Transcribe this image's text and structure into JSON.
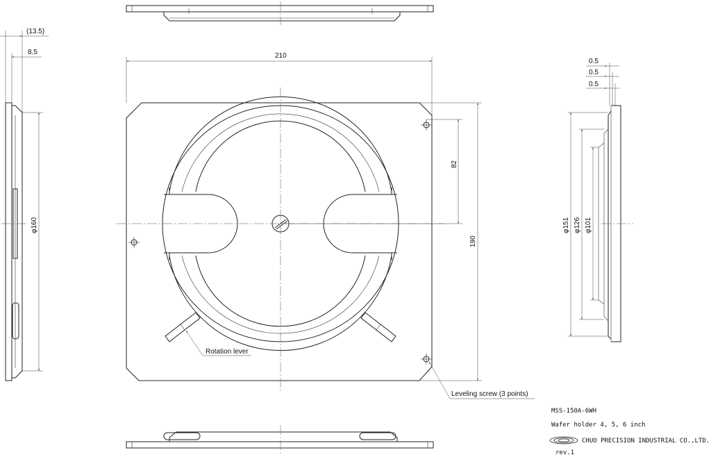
{
  "dimensions": {
    "overall_width": "210",
    "overall_height": "190",
    "lever_offset": "82",
    "side_thickness_total": "(13.5)",
    "side_thickness_body": "8.5",
    "side_diameter": "φ160",
    "step_1": "0.5",
    "step_2": "0.5",
    "step_3": "0.5",
    "dia_151": "φ151",
    "dia_126": "φ126",
    "dia_101": "φ101"
  },
  "callouts": {
    "rotation_lever": "Rotation lever",
    "leveling_screw": "Leveling screw (3 points)"
  },
  "title_block": {
    "model": "MSS-150A-6WH",
    "description": "Wafer holder 4, 5, 6 inch",
    "company": "CHUO PRECISION INDUSTRIAL CO.,LTD.",
    "revision": "rev.1"
  }
}
